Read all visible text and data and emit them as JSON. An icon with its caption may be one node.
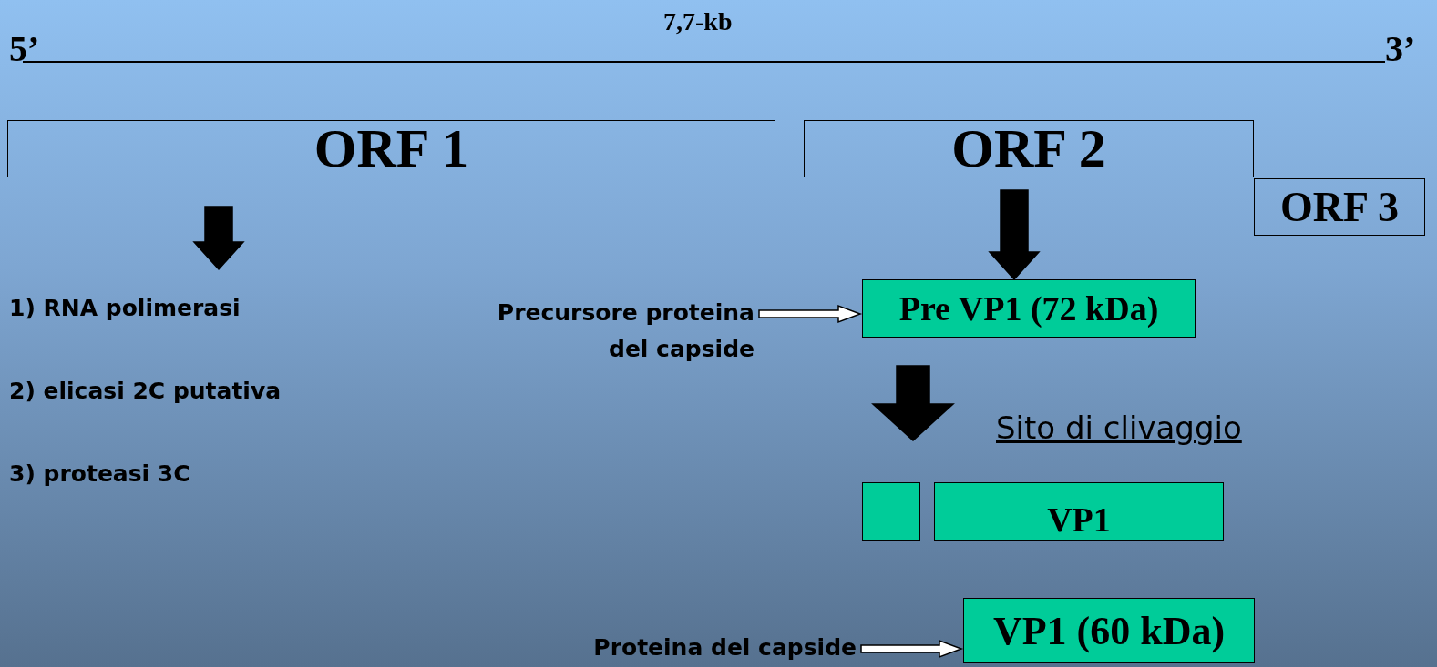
{
  "diagram": {
    "nodes": [
      {
        "text": [
          "ORF 1"
        ]
      },
      {
        "text": [
          "ORF 2"
        ]
      },
      {
        "text": [
          "ORF 3"
        ]
      },
      {
        "text": [
          "1) RNA polimerasi",
          "2) elicasi 2C putativa",
          "3) proteasi 3C"
        ]
      },
      {
        "text": [
          "Pre VP1 (72 kDa)"
        ]
      },
      {
        "text": [
          "Precursore proteina del capside"
        ]
      },
      {
        "text": [],
        "shape": "box"
      },
      {
        "text": [
          "VP1"
        ]
      },
      {
        "text": [
          "VP1 (60 kDa)"
        ]
      },
      {
        "text": [
          "Proteina del capside"
        ]
      }
    ],
    "edges": [
      {
        "from": 0,
        "to": 3,
        "arrow": "to",
        "style": "thick"
      },
      {
        "from": 1,
        "to": 4,
        "arrow": "to",
        "style": "thick"
      },
      {
        "from": 4,
        "to": 6,
        "arrow": "to",
        "style": "thick"
      },
      {
        "from": 4,
        "to": 7,
        "arrow": "to",
        "style": "thick"
      },
      {
        "from": 5,
        "to": 4,
        "arrow": "to"
      },
      {
        "from": 9,
        "to": 8,
        "arrow": "to"
      }
    ],
    "labels": [
      "7,7-kb",
      "5’",
      "3’",
      "Sito di clivaggio"
    ]
  }
}
